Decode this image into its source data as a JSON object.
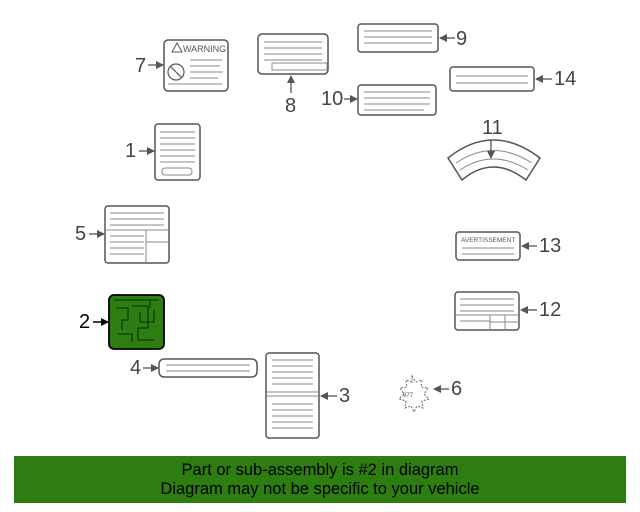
{
  "diagram": {
    "highlight_color": "#2e7d10",
    "stroke_color": "#555555",
    "warning_label_text": "WARNING",
    "warning_icon": "warning-triangle-icon",
    "avertissement_label_text": "AVERTISSEMENT",
    "maple_leaf_text": "977",
    "callouts": [
      {
        "id": "1",
        "text": "1"
      },
      {
        "id": "2",
        "text": "2",
        "highlighted": true
      },
      {
        "id": "3",
        "text": "3"
      },
      {
        "id": "4",
        "text": "4"
      },
      {
        "id": "5",
        "text": "5"
      },
      {
        "id": "6",
        "text": "6"
      },
      {
        "id": "7",
        "text": "7"
      },
      {
        "id": "8",
        "text": "8"
      },
      {
        "id": "9",
        "text": "9"
      },
      {
        "id": "10",
        "text": "10"
      },
      {
        "id": "11",
        "text": "11"
      },
      {
        "id": "12",
        "text": "12"
      },
      {
        "id": "13",
        "text": "13"
      },
      {
        "id": "14",
        "text": "14"
      }
    ]
  },
  "banner": {
    "line1": "Part or sub-assembly is #2 in diagram",
    "line2": "Diagram may not be specific to your vehicle",
    "background": "#2e7d10"
  }
}
